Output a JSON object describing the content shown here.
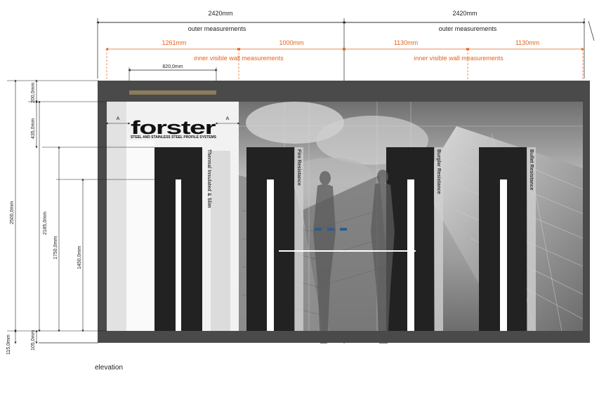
{
  "colors": {
    "dimension_orange": "#e0651f",
    "frame_dark": "#4a4a4a",
    "profile_black": "#222222",
    "ink": "#222222"
  },
  "dimensions": {
    "top_outer": [
      {
        "value": "2420mm",
        "label": "outer measurements"
      },
      {
        "value": "2420mm",
        "label": "outer measurements"
      }
    ],
    "top_inner": [
      {
        "value": "1261mm"
      },
      {
        "value": "1000mm"
      },
      {
        "value": "1130mm"
      },
      {
        "value": "1130mm"
      }
    ],
    "inner_labels": [
      "inner visible wall measurements",
      "inner visible wall measurements"
    ],
    "logo_width": "820,0mm",
    "logo_margin_marker": "A",
    "left_vertical": [
      "200,0mm",
      "435,0mm",
      "2500,0mm",
      "2185,0mm",
      "1750,0mm",
      "1450,0mm",
      "115,0mm",
      "105,0mm"
    ]
  },
  "logo": {
    "name": "forster",
    "tagline": "STEEL AND STAINLESS STEEL PROFILE SYSTEMS"
  },
  "panels": [
    {
      "label": "Thermal Insulated & Slim"
    },
    {
      "label": "Fire Resistance"
    },
    {
      "label": "Burglar Resistance"
    },
    {
      "label": "Bullet Resistance"
    }
  ],
  "caption": "elevation"
}
